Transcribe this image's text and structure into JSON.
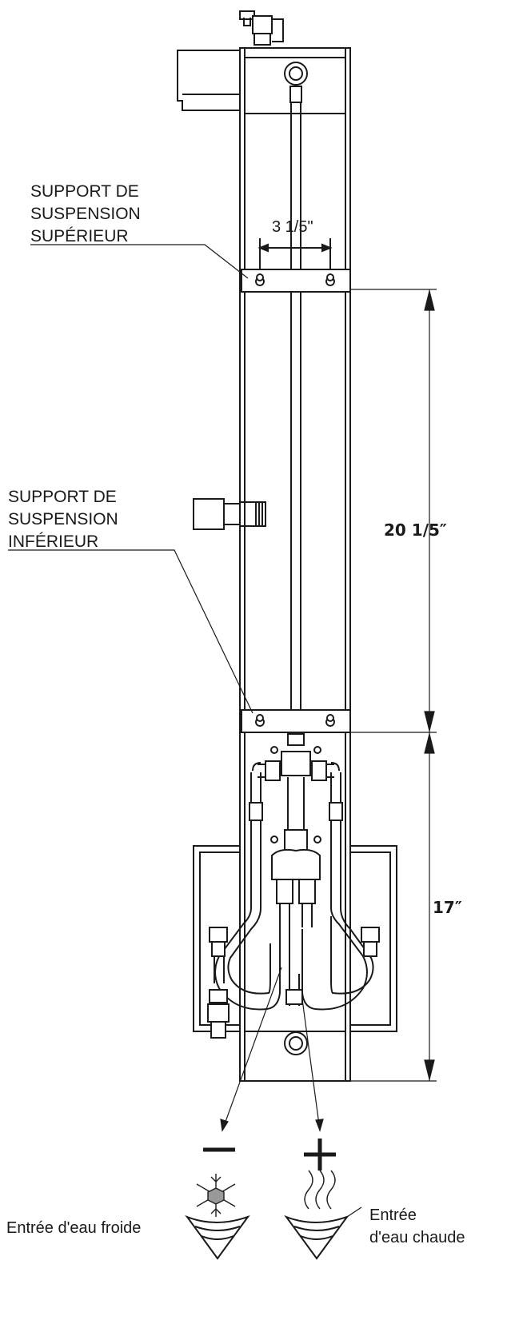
{
  "labels": {
    "upper_support": {
      "line1": "SUPPORT DE",
      "line2": "SUSPENSION",
      "line3": "SUPÉRIEUR"
    },
    "lower_support": {
      "line1": "SUPPORT DE",
      "line2": "SUSPENSION",
      "line3": "INFÉRIEUR"
    },
    "cold_inlet": "Entrée d'eau froide",
    "hot_inlet": {
      "line1": "Entrée",
      "line2": "d'eau chaude"
    }
  },
  "dimensions": {
    "bracket_spacing": "3 1/5\"",
    "upper_span": "20 1/5″",
    "lower_span": "17″"
  },
  "symbols": {
    "cold": {
      "sign": "minus",
      "icon": "snowflake-icon"
    },
    "hot": {
      "sign": "plus",
      "icon": "steam-icon"
    }
  },
  "colors": {
    "line": "#1a1a1a",
    "panel": "#ffffff"
  }
}
